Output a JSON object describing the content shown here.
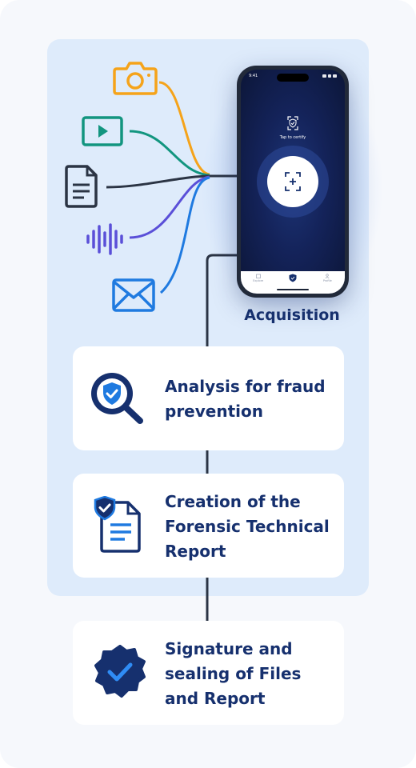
{
  "phone": {
    "status_time": "9:41",
    "tap_label": "Tap to certify",
    "tabs": [
      {
        "label": "Explore",
        "icon": "calendar-icon"
      },
      {
        "label": "",
        "icon": "shield-check-icon"
      },
      {
        "label": "Profile",
        "icon": "person-icon"
      }
    ]
  },
  "sources": [
    "camera-icon",
    "video-icon",
    "document-icon",
    "audio-icon",
    "mail-icon"
  ],
  "steps": {
    "acquisition": "Acquisition",
    "analysis_line1": "Analysis for fraud",
    "analysis_line2": "prevention",
    "report_line1": "Creation of the",
    "report_line2": "Forensic Technical",
    "report_line3": "Report",
    "signature_line1": "Signature and",
    "signature_line2": "sealing of Files",
    "signature_line3": "and Report"
  },
  "colors": {
    "navy": "#16306e",
    "panel": "#deebfb",
    "blue": "#1f7ae0",
    "orange": "#f5a31a",
    "teal": "#12957f",
    "purple": "#5a4fd8",
    "dark": "#2b3444"
  }
}
